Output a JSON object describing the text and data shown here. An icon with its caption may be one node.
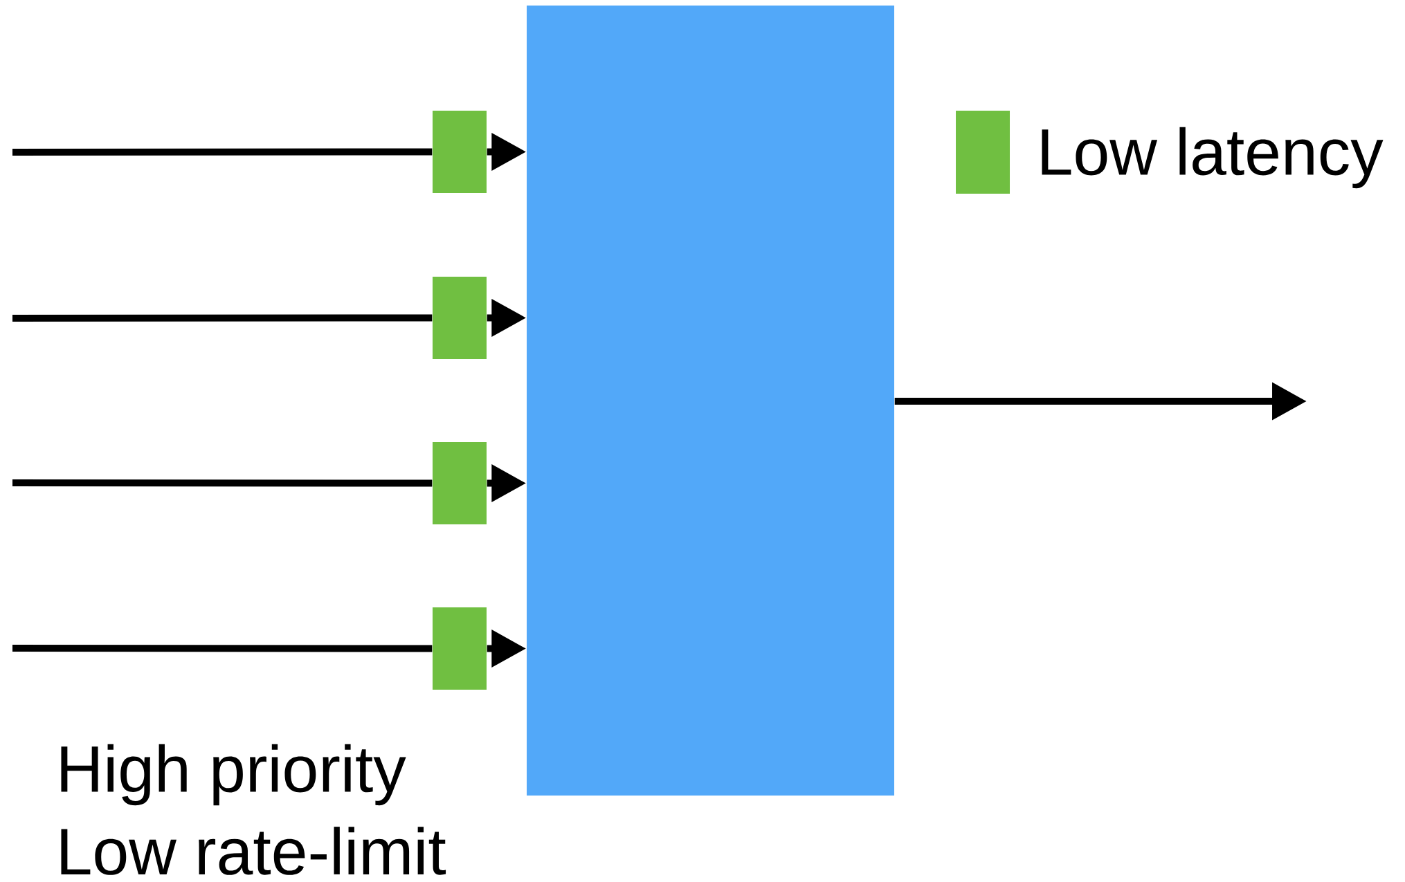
{
  "diagram": {
    "nodes": [
      {
        "text": [],
        "shape": "box"
      },
      {
        "text": [],
        "shape": "box"
      },
      {
        "text": [],
        "shape": "box"
      },
      {
        "text": [],
        "shape": "box"
      },
      {
        "text": [],
        "shape": "box"
      }
    ],
    "edges": [
      {
        "from": null,
        "to": 1,
        "arrow": "none"
      },
      {
        "from": 1,
        "to": 0,
        "arrow": "to"
      },
      {
        "from": null,
        "to": 2,
        "arrow": "none"
      },
      {
        "from": 2,
        "to": 0,
        "arrow": "to"
      },
      {
        "from": null,
        "to": 3,
        "arrow": "none"
      },
      {
        "from": 3,
        "to": 0,
        "arrow": "to"
      },
      {
        "from": null,
        "to": 4,
        "arrow": "none"
      },
      {
        "from": 4,
        "to": 0,
        "arrow": "to"
      },
      {
        "from": 0,
        "to": null,
        "arrow": "to"
      }
    ],
    "labels": [
      "High priority",
      "Low rate-limit"
    ],
    "legend": [
      {
        "text": "Low latency",
        "color": "#70bf41"
      }
    ]
  }
}
